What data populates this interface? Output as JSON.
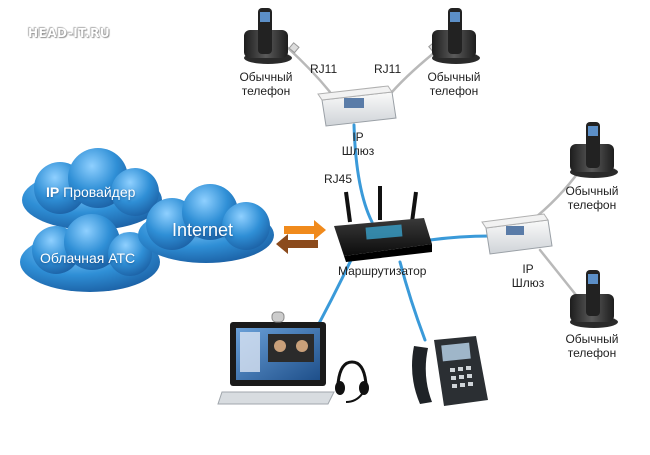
{
  "watermark": "HEAD-IT.RU",
  "clouds": {
    "ip_provider_bold": "IP",
    "ip_provider_rest": "Провайдер",
    "cloud_pbx": "Облачная АТС",
    "internet": "Internet"
  },
  "labels": {
    "phone_top_left": [
      "Обычный",
      "телефон"
    ],
    "phone_top_right": [
      "Обычный",
      "телефон"
    ],
    "phone_right_upper": [
      "Обычный",
      "телефон"
    ],
    "phone_right_lower": [
      "Обычный",
      "телефон"
    ],
    "rj11_left": "RJ11",
    "rj11_right": "RJ11",
    "gateway_top": [
      "IP",
      "Шлюз"
    ],
    "gateway_right": [
      "IP",
      "Шлюз"
    ],
    "rj45": "RJ45",
    "router": "Маршрутизатор"
  },
  "colors": {
    "cloud": "#2f8fd6",
    "cable_blue": "#3a9ad9",
    "cable_grey": "#b9b9b9",
    "arrow_orange": "#f08a1c",
    "arrow_brown": "#8b4a1c"
  }
}
